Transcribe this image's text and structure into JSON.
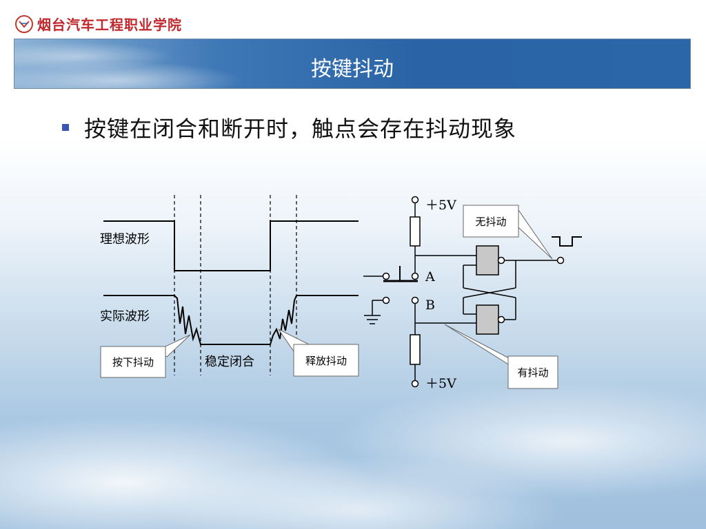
{
  "header": {
    "logo_text": "烟台汽车工程职业学院",
    "title": "按键抖动"
  },
  "content": {
    "bullet": "按键在闭合和断开时，触点会存在抖动现象"
  },
  "waveform": {
    "ideal_label": "理想波形",
    "actual_label": "实际波形",
    "stable_label": "稳定闭合",
    "press_callout": "按下抖动",
    "release_callout": "释放抖动"
  },
  "circuit": {
    "vcc_top": "＋5V",
    "vcc_bottom": "＋5V",
    "node_a": "A",
    "node_b": "B",
    "no_bounce_callout": "无抖动",
    "bounce_callout": "有抖动"
  },
  "colors": {
    "banner": "#2a64a6",
    "bullet": "#3b55b5",
    "logo": "#c0282d",
    "gate_fill": "#c8c8c8"
  }
}
